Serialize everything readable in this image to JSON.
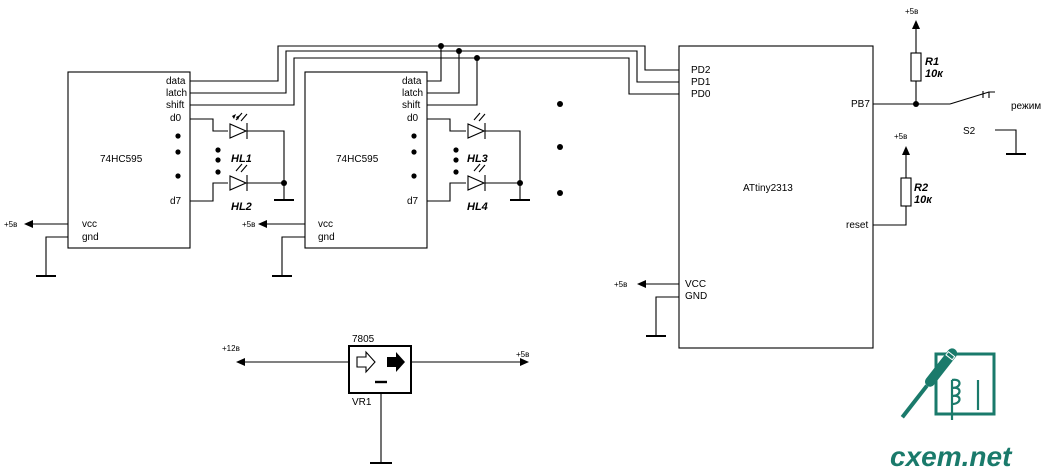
{
  "chips": {
    "sr1": {
      "name": "74HC595",
      "pins_right": [
        "data",
        "latch",
        "shift",
        "d0",
        "d7"
      ],
      "pins_left": [
        "vcc",
        "gnd"
      ]
    },
    "sr2": {
      "name": "74HC595",
      "pins_right": [
        "data",
        "latch",
        "shift",
        "d0",
        "d7"
      ],
      "pins_left": [
        "vcc",
        "gnd"
      ]
    },
    "mcu": {
      "name": "ATtiny2313",
      "pins_left": [
        "PD2",
        "PD1",
        "PD0",
        "VCC",
        "GND"
      ],
      "pins_right": [
        "PB7",
        "reset"
      ]
    },
    "reg": {
      "name": "7805",
      "ref": "VR1"
    }
  },
  "leds": [
    "HL1",
    "HL2",
    "HL3",
    "HL4"
  ],
  "resistors": {
    "r1": {
      "name": "R1",
      "value": "10к"
    },
    "r2": {
      "name": "R2",
      "value": "10к"
    }
  },
  "switch": {
    "name": "S2",
    "label": "режим"
  },
  "rails": {
    "p5": "+5в",
    "p12": "+12в"
  },
  "watermark": "cxem.net",
  "colors": {
    "wire": "#000000",
    "logo": "#1a7a6b"
  }
}
